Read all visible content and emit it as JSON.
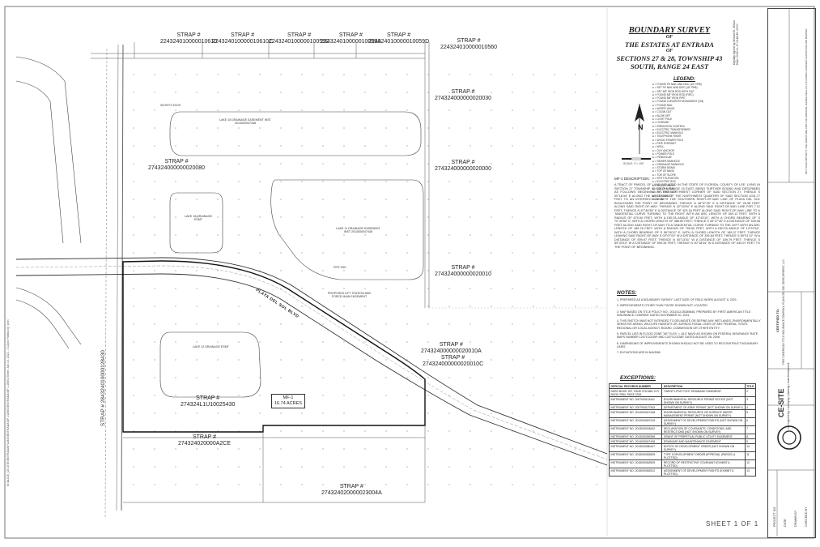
{
  "title": {
    "line1": "BOUNDARY SURVEY",
    "of1": "OF",
    "line2": "THE ESTATES AT ENTRADA",
    "of2": "OF",
    "line3": "SECTIONS 27 & 28, TOWNSHIP 43",
    "line4": "SOUTH, RANGE 24 EAST"
  },
  "straps": [
    {
      "label": "STRAP #",
      "number": "224324010000010610"
    },
    {
      "label": "STRAP #",
      "number": "224324010000010610C"
    },
    {
      "label": "STRAP #",
      "number": "224324010000010059C"
    },
    {
      "label": "STRAP #",
      "number": "224324010000010059A"
    },
    {
      "label": "STRAP #",
      "number": "224324010000010059D"
    },
    {
      "label": "STRAP #",
      "number": "224324010000010560"
    },
    {
      "label": "STRAP #",
      "number": "274324000000020030"
    },
    {
      "label": "STRAP #",
      "number": "274324000000020000"
    },
    {
      "label": "STRAP #",
      "number": "274324000000020080"
    },
    {
      "label": "STRAP #",
      "number": "274324000000020010"
    },
    {
      "label": "STRAP #",
      "number": "274324000000020010A"
    },
    {
      "label": "STRAP #",
      "number": "274324000000020010C"
    },
    {
      "label": "STRAP #",
      "number": "274324L1U10025430"
    },
    {
      "label": "STRAP #",
      "number": "274324020000A2CE"
    },
    {
      "label": "STRAP #",
      "number": "274324020000023004A"
    },
    {
      "label": "STRAP #",
      "number": "284324010000128430"
    }
  ],
  "map_labels": {
    "road": "PLAYA DEL SOL BLVD",
    "lake15": "LAKE 15 DRAINAGE EASEMENT INST 2014000047448",
    "lake11": "LAKE 11 DRAINAGE EASEMENT INST 2014000047448",
    "lake12": "LAKE 12 DRAINAGE ESMT",
    "lake15b": "LAKE 15 DRAINAGE ESMT",
    "mf_label": "MF-1",
    "acres": "16.74 ACRES",
    "waters_edge": "WATER'S EDGE",
    "pipe_end": "PIPE END",
    "lift_station": "PROPOSED LIFT STATION AND FORCE MAIN EASEMENT"
  },
  "legend": {
    "title": "LEGEND:",
    "items": [
      "FOUND PK NAIL AND DISC (LB 7995)",
      "SET PK NAIL AND DISC (LB 7995)",
      "SET 5/8\" IRON ROD WITH CAP",
      "FOUND 5/8\" IRON ROD (FIRC)",
      "FOUND 5/8\" IRON PIPE",
      "FOUND CONCRETE MONUMENT (CM)",
      "FOUND NAIL",
      "WATER VALVE",
      "CLEAN OUT",
      "BLOW OFF",
      "LIGHT POLE",
      "HYDRANT",
      "IRRIGATION CONTROL",
      "ELECTRIC TRANSFORMER",
      "ELECTRIC MANHOLE",
      "TELEPHONE RISER",
      "WOOD POWER POLE",
      "FIRE HYDRANT",
      "WELL",
      "GUY ANCHOR",
      "POWER POLE",
      "PENDULUM",
      "SEWER MANHOLE",
      "DRAINAGE MANHOLE",
      "STORM DRAIN",
      "TOP OF BANK",
      "TOE OF SLOPE",
      "SPOT ELEVATION",
      "ELECTRIC BOX",
      "SEWER VALVE",
      "CATCH BASIN",
      "PVC STUB OUT",
      "CURB INLET",
      "SIGN"
    ],
    "north": "N",
    "scale_label": "SCALE: 1\"= 100'"
  },
  "description": {
    "heading": "MF-1 DESCRIPTION:",
    "text": "A TRACT OF PARCEL OF LAND SITUATED IN THE STATE OF FLORIDA, COUNTY OF LEE, LYING IN SECTION 27 TOWNSHIP 43 SOUTH, RANGE 24 EAST, BEING FURTHER BOUND AND DESCRIBED AS FOLLOWS: BEGINNING AT THE NORTHWEST CORNER OF SAID SECTION 27; THENCE S 00°16'44\" E ALONG THE WEST LINE OF THE NORTHWEST QUARTER OF SAID SECTION 1031.77 FEET TO AN INTERSECTION WITH THE SOUTHERN RIGHT-OF-WAY LINE OF PLAYA DEL SOL BOULEVARD THE POINT OF BEGINNING; THENCE N 48°57'26\" E A DISTANCE OF 26.98 FEET ALONG SAID RIGHT-OF-WAY; THENCE N 42°43'54\" E ALONG SAID RIGHT-OF-WAY LINE FOR 7.12 FEET; THENCE N 87°46'35\" E A DISTANCE OF 303.16 FEET ALONG SAID RIGHT-OF-WAY LINE TO A TANGENTIAL CURVE TURNING TO THE RIGHT WITH AN ARC LENGTH OF 500.12 FEET, WITH A RADIUS OF 670.50 FEET, WITH A DELTA ANGLE OF 42°43'10\", WITH A CHORD BEARING OF S 70°49'50\" E, WITH A CHORD LENGTH OF 488.60 FEET; THENCE S 49°27'45\" E A DISTANCE OF 335.08 FEET ALONG SAID RIGHT-OF-WAY TO A TANGENTIAL CURVE TURNING TO THE LEFT WITH AN ARC LENGTH OF 185.76 FEET, WITH A RADIUS OF 795.50 FEET, WITH A DELTA ANGLE OF 13°22'54\", WITH A CHORD BEARING OF S 56°09'12\" E, WITH A CHORD LENGTH OF 185.37 FEET; THENCE LEAVING SAID RIGHT-OF-WAY S 00°07'00\" W A DISTANCE OF 339.84 FEET; THENCE S 89°41'12\" W A DISTANCE OF 599.97 FEET; THENCE N 00°13'01\" W A DISTANCE OF 189.79 FEET; THENCE S 89°33'13\" W A DISTANCE OF 599.34 FEET; THENCE N 00°18'44\" W A DISTANCE OF 640.97 FEET TO THE POINT OF BEGINNING."
  },
  "notes": {
    "heading": "NOTES:",
    "items": [
      "1.  PREPARED AS A BOUNDARY SURVEY. LAST DATE OF FIELD WORK AUGUST 8, 2021.",
      "2.  IMPROVEMENTS OTHER THAN THOSE SHOWN NOT LOCATED.",
      "3.  MAP BASED ON TITLE POLICY NO.: 2011412-05389846, PREPARED BY FIRST AMERICAN TITLE INSURANCE COMPANY DATED NOVEMBER 20, 2021.",
      "4.  THIS SKETCH WAS NOT INTENDED TO DELINEATE OR DEFINE ANY WETLANDS, ENVIRONMENTALLY SENSITIVE AREAS, WILDLIFE HABITATS OR JURISDICTIONAL LINES OF ANY FEDERAL, STATE, REGIONAL OR LOCAL AGENCY, BOARD, COMMISSION OR OTHER ENTITY.",
      "5.  PARCEL LIES IN FLOOD ZONE \"AE\" ELEV. = 18.0' NAVD AS SHOWN ON FEDERAL INSURANCE RATE MAPS NUMBER 12071C0239F AND 12071C0238F, DATED AUGUST 28, 2008.",
      "6.  DIMENSIONS OF IMPROVEMENTS SHOWN SHOULD NOT BE USED TO RECONSTRUCT BOUNDARY LINES.",
      "7.  ELEVATIONS ARE IN NAVD88."
    ]
  },
  "exceptions": {
    "heading": "EXCEPTIONS:",
    "columns": [
      "OFFICIAL RECORDS NUMBER",
      "DESCRIPTION",
      "TITLE"
    ],
    "rows": [
      [
        "DEED BOOK 257, PAGE 576 AND O.R. BOOK 2984, PAGE 2319",
        "TWENTY-FIVE FOOT DRAINAGE EASEMENT",
        "2"
      ],
      [
        "INSTRUMENT NO. 2007000113441",
        "ENVIRONMENTAL RESOURCE PERMIT NOTICE (NOT SHOWN ON SURVEY)",
        "3"
      ],
      [
        "INSTRUMENT NO. 2007000127343",
        "DEPARTMENT OF ARMY PERMIT (NOT SHOWN ON SURVEY)",
        "4"
      ],
      [
        "INSTRUMENT NO. 2014000047448",
        "ENVIRONMENTAL RESOURCE OR SURFACE WATER MANAGEMENT PERMIT (NOT SHOWN ON SURVEY)",
        "5"
      ],
      [
        "INSTRUMENT NO. 2012000067415",
        "ASSIGNMENT OF DEVELOPMENT RIGHTS (NOT SHOWN ON SURVEY)",
        "6"
      ],
      [
        "INSTRUMENT NO. 2013000024642",
        "DECLARATION OF COVENANTS, CONDITIONS, AND RESTRICTIONS (NOT SHOWN ON SURVEY)",
        "7"
      ],
      [
        "INSTRUMENT NO. 2013000269396",
        "GRANT OF PERPETUAL PUBLIC UTILITY EASEMENT",
        "8"
      ],
      [
        "INSTRUMENT NO. 2014000047448",
        "DRAINAGE AND MAINTENANCE EASEMENT",
        "9"
      ],
      [
        "INSTRUMENT NO. 2013000280447",
        "NOTICE OF DEVELOPMENT ORDER (NOT SHOWN ON SURVEY)",
        "10"
      ],
      [
        "INSTRUMENT NO. 2015000052609",
        "TYPE II DEVELOPMENT ORDER APPROVAL (PARCEL A PLOTTED)",
        "11"
      ],
      [
        "INSTRUMENT NO. 2015000052509",
        "RECORD OF RESTRICTIVE COVENANT (EXHIBIT A PLOTTED)",
        "12"
      ],
      [
        "INSTRUMENT NO. 2015000052512",
        "ASSIGNMENT OF DEVELOPMENT RIGHTS (EXHIBIT A PLOTTED)",
        "13"
      ]
    ]
  },
  "sheet": "SHEET 1 OF 1",
  "file_path": "M:\\ALICE_CE-SITE\\ENTRADA\\PLANS\\ENTRADA MF-1\\DWG\\ENTRADA MF-1.DWG Sheet: Jan 16, 2022 - 4:12pm Plotted by: john",
  "digital_signature": "Digitally signed by Michael E. Wilson Date: 2022.01.17 15:46:49 -05'00'",
  "sidebar": {
    "company": "CE-SITE",
    "company_sub": "civil engineering • surveying • planning • land development",
    "certified_to": "CERTIFIED TO:",
    "certified_names": "FIRST AMERICAN TITLE INSURANCE COMPANY, PLAYA DEL SOL DEVELOPMENT, LLC",
    "project_label": "PROJECT NO.",
    "date_label": "DATE",
    "drawn_label": "DRAWN BY",
    "checked_label": "CHECKED BY",
    "disclaimer": "NOT VALID WITHOUT THE SIGNATURE AND THE ORIGINAL RAISED SEAL OF A FLORIDA LICENSED SURVEYOR AND MAPPER"
  }
}
